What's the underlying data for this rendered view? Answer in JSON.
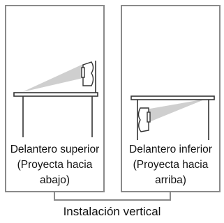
{
  "panels": [
    {
      "caption_lines": [
        "Delantero superior",
        "(Proyecta hacia",
        "abajo)"
      ]
    },
    {
      "caption_lines": [
        "Delantero inferior",
        "(Proyecta hacia",
        "arriba)"
      ]
    }
  ],
  "footer_label": "Instalación vertical",
  "colors": {
    "border": "#8a8a8a",
    "beam": "#cfcfcf",
    "table": "#333333"
  }
}
